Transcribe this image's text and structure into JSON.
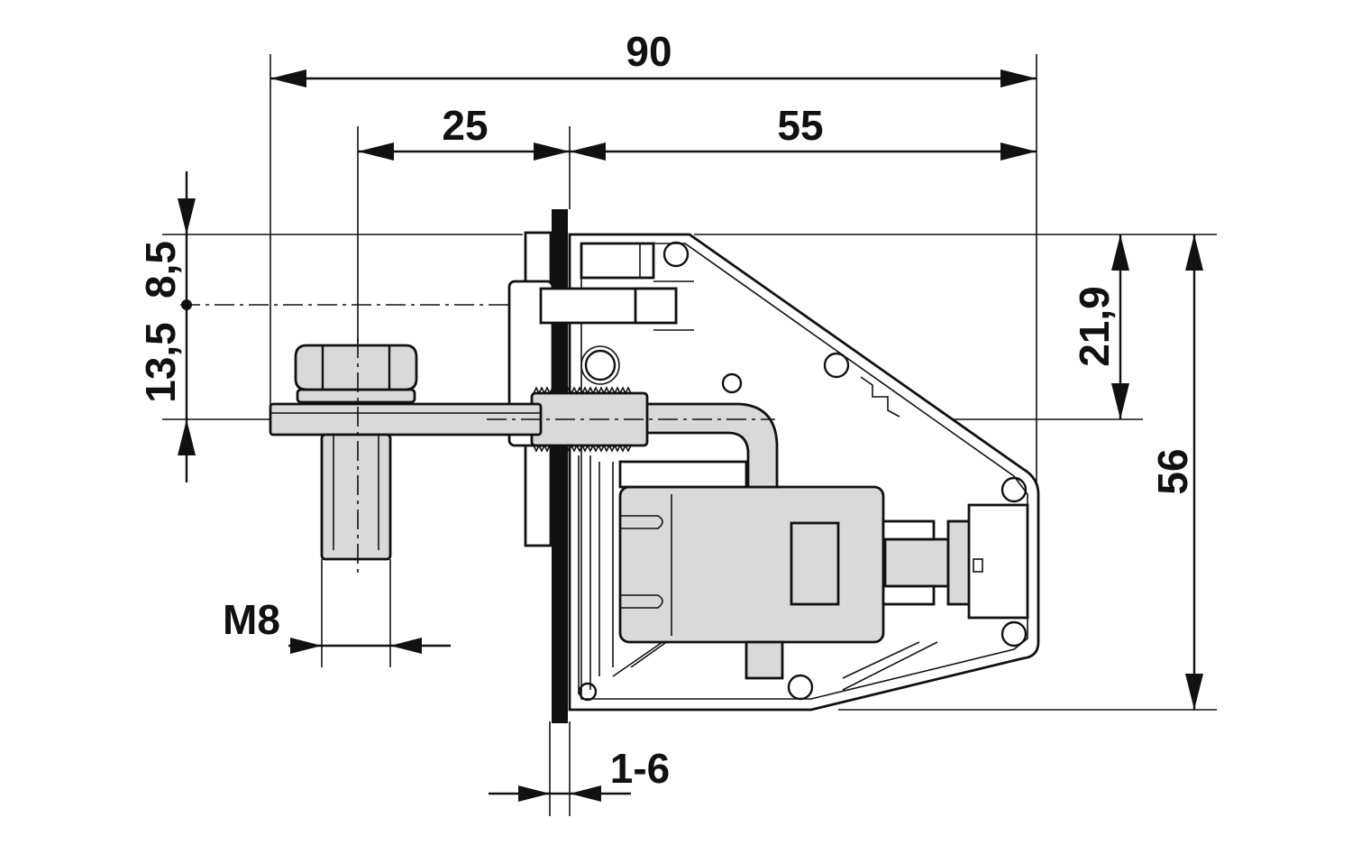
{
  "dimensions": {
    "overall_width": "90",
    "left_offset": "25",
    "right_offset": "55",
    "top_small": "8,5",
    "left_vertical": "13,5",
    "mid_height": "21,9",
    "overall_height": "56",
    "thread": "M8",
    "panel_thickness": "1-6"
  },
  "colors": {
    "line": "#111111",
    "part_fill": "#d9d9d9",
    "background": "#ffffff"
  }
}
